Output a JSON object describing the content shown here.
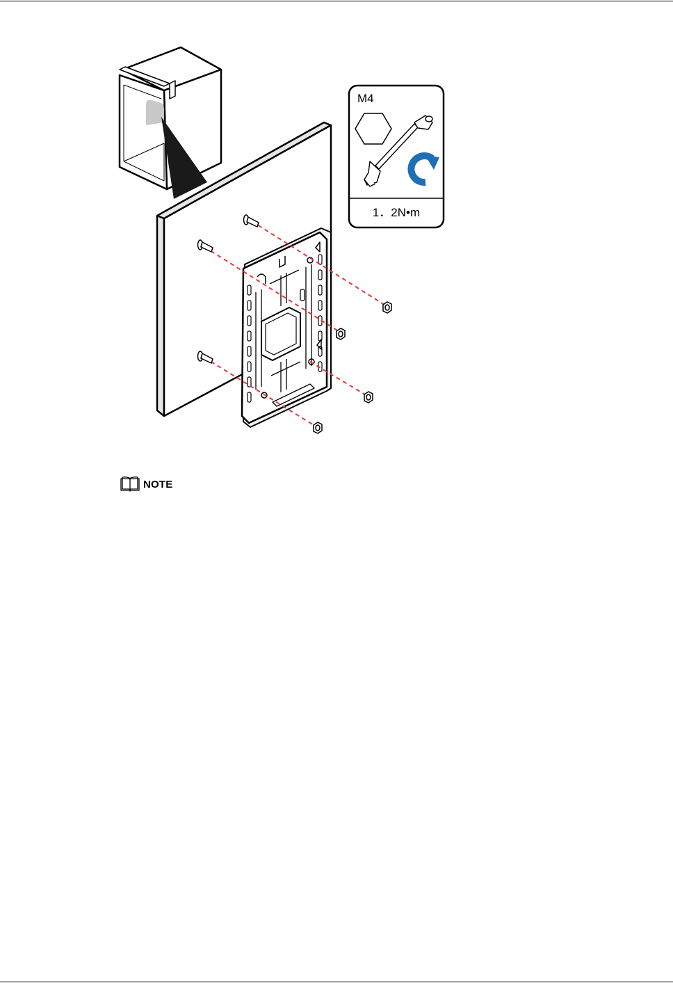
{
  "callout": {
    "screw_spec": "M4",
    "torque": "1．2N•m"
  },
  "note": {
    "label": "NOTE"
  },
  "icons": {
    "note": "book-icon",
    "screw": "hex-head-icon",
    "tool": "torque-wrench-icon",
    "rotation": "clockwise-arrow-icon"
  },
  "colors": {
    "guide_line": "#e23a3a",
    "rotation_arrow": "#1f6fb5"
  }
}
